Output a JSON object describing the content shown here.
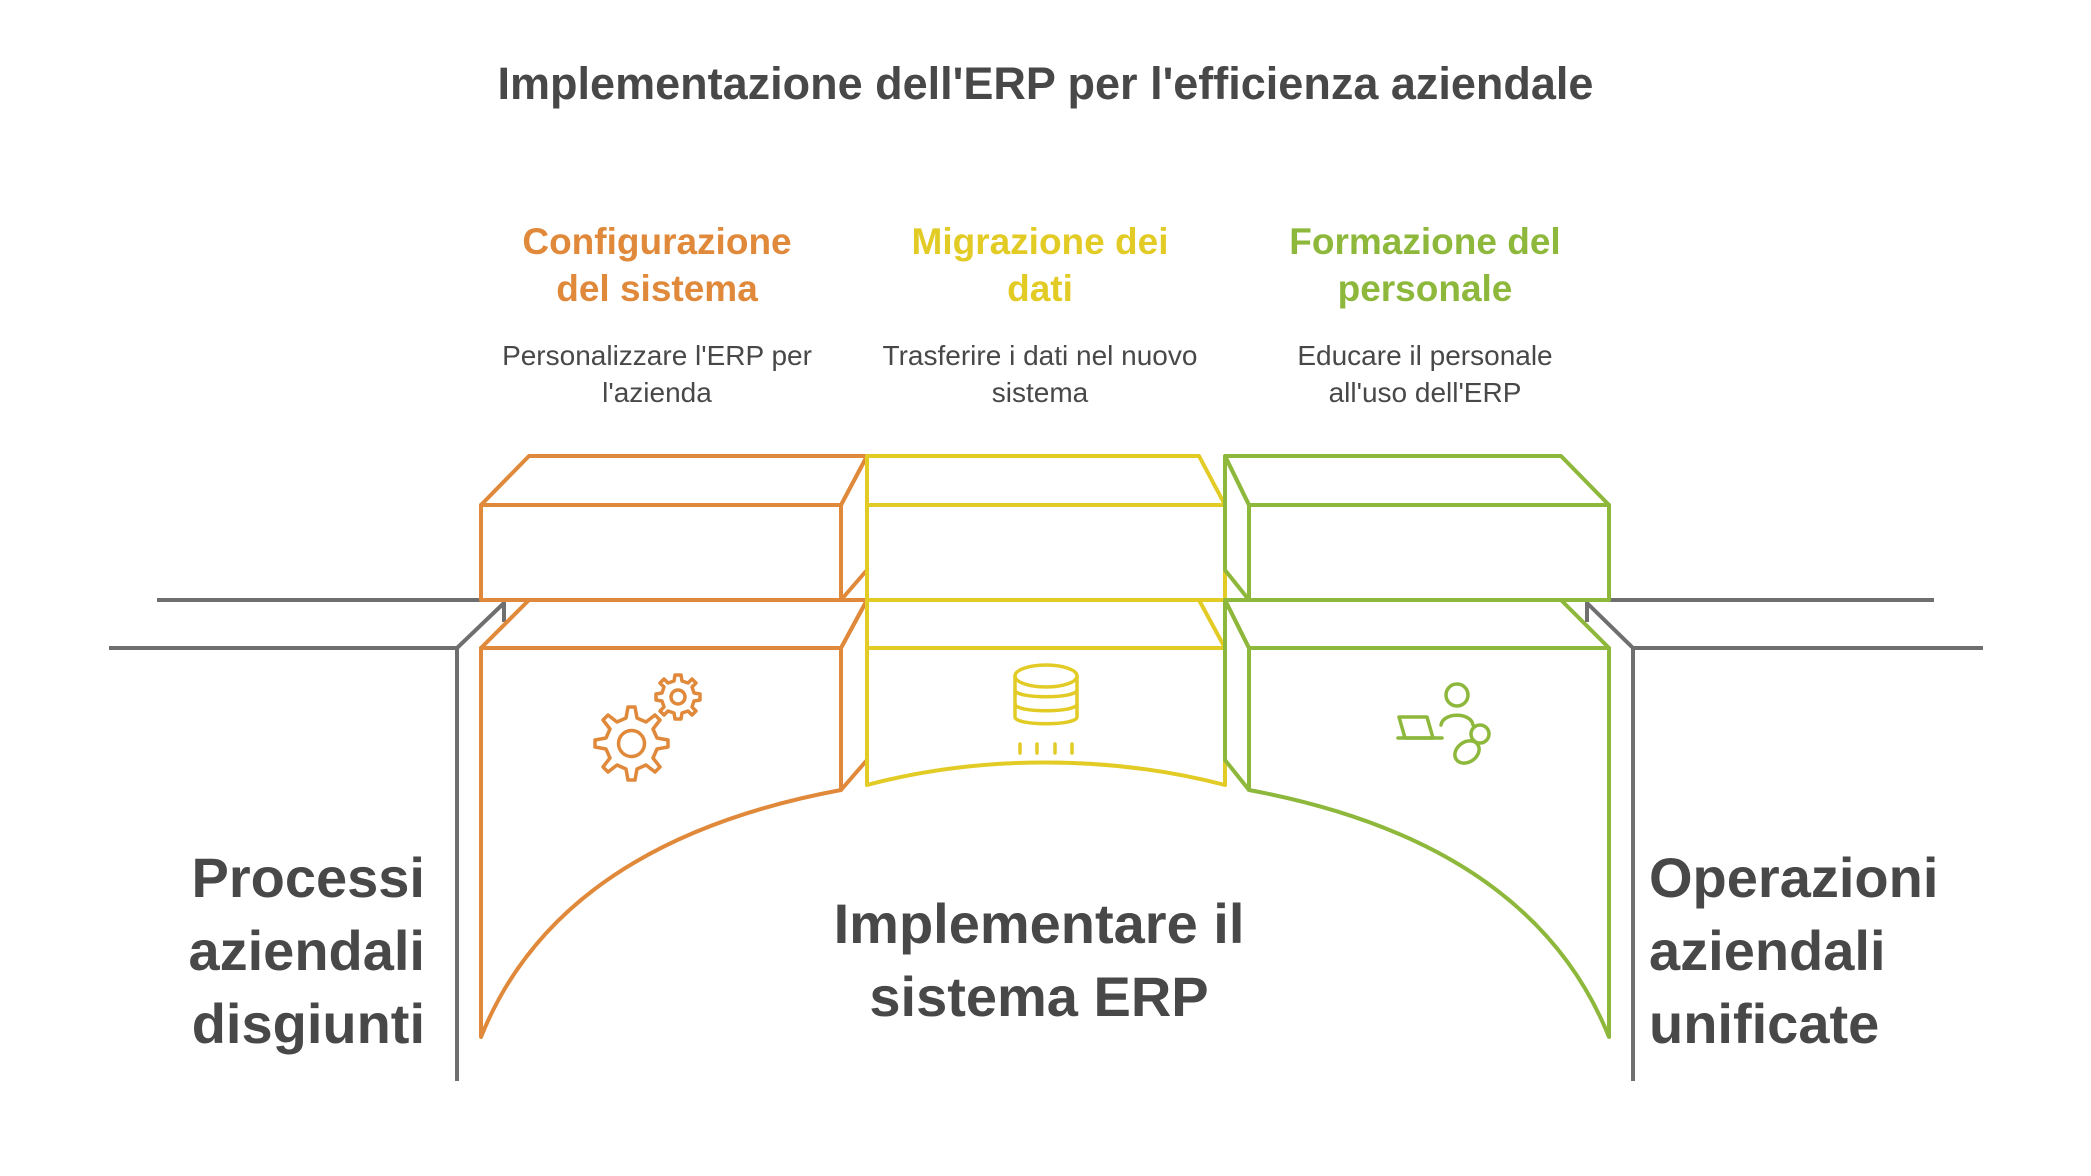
{
  "title": "Implementazione dell'ERP per l'efficienza aziendale",
  "left_label": "Processi aziendali disgiunti",
  "right_label": "Operazioni aziendali unificate",
  "center_label": "Implementare il sistema ERP",
  "steps": [
    {
      "title": "Configurazione del sistema",
      "description": "Personalizzare l'ERP per l'azienda",
      "color": "#E0893A",
      "icon": "gears-icon"
    },
    {
      "title": "Migrazione dei dati",
      "description": "Trasferire i dati nel nuovo sistema",
      "color": "#E3CB26",
      "icon": "database-icon"
    },
    {
      "title": "Formazione del personale",
      "description": "Educare il personale all'uso dell'ERP",
      "color": "#8DB83B",
      "icon": "training-icon"
    }
  ],
  "colors": {
    "ground": "#6f6f6f",
    "text": "#484848"
  }
}
